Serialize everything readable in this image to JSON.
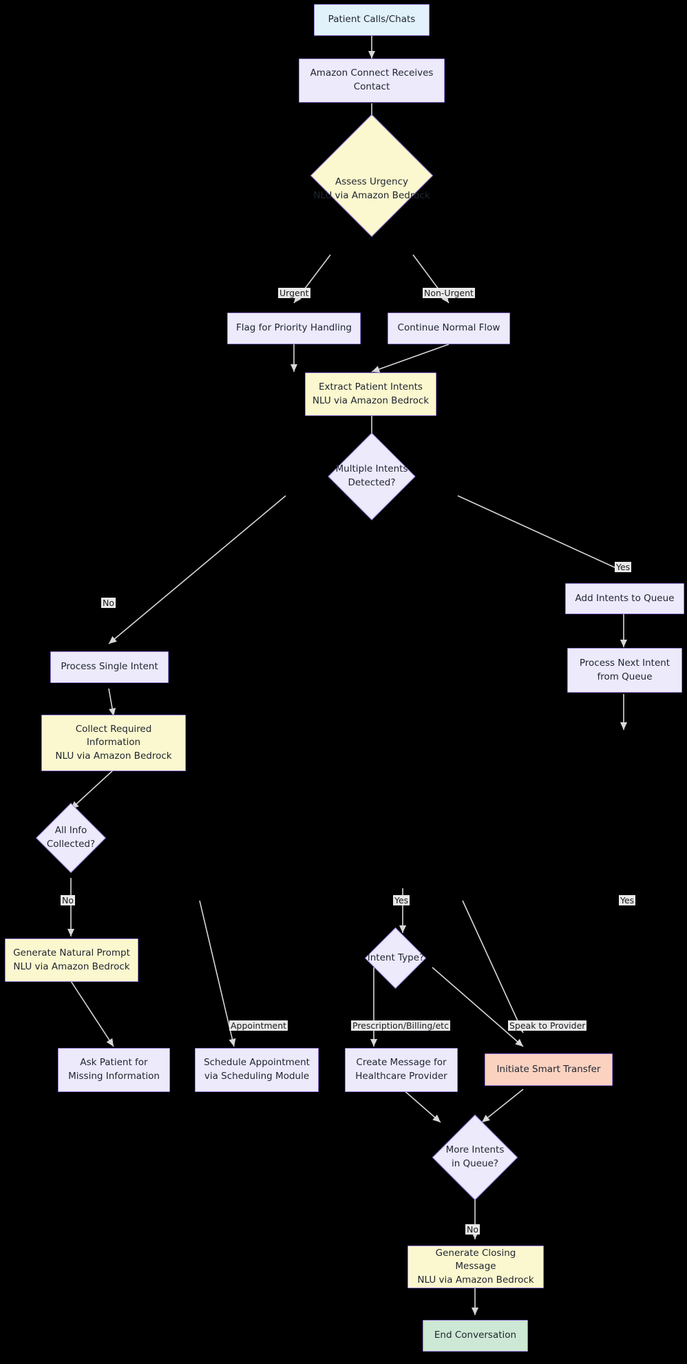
{
  "diagram": {
    "title": "Patient Contact Handling Flow",
    "background": "#000000",
    "palette": {
      "node_border": "#9b7ede",
      "lavender": "#eceafb",
      "light_blue": "#e1f2fb",
      "yellow": "#fbf8cf",
      "salmon": "#fbd2c0",
      "green": "#cde8d4",
      "edge_line": "#d8d8d8",
      "edge_label_bg": "#e9e9e9",
      "text": "#1f2430"
    }
  },
  "nodes": {
    "patient_calls": "Patient Calls/Chats",
    "amazon_connect": "Amazon Connect Receives\nContact",
    "assess_urgency": "Assess Urgency\nNLU via Amazon Bedrock",
    "flag_priority": "Flag for Priority Handling",
    "continue_normal": "Continue Normal Flow",
    "extract_intents": "Extract Patient Intents\nNLU via Amazon Bedrock",
    "multiple_intents": "Multiple Intents\nDetected?",
    "add_intents_queue": "Add Intents to Queue",
    "process_next_intent": "Process Next Intent\nfrom Queue",
    "process_single_intent": "Process Single Intent",
    "collect_required": "Collect Required\nInformation\nNLU via Amazon Bedrock",
    "all_info_collected": "All Info\nCollected?",
    "generate_prompt": "Generate Natural Prompt\nNLU via Amazon Bedrock",
    "ask_patient": "Ask Patient for\nMissing Information",
    "intent_type": "Intent Type?",
    "schedule_appointment": "Schedule Appointment\nvia Scheduling Module",
    "create_message": "Create Message for\nHealthcare Provider",
    "initiate_transfer": "Initiate Smart Transfer",
    "more_intents_queue": "More Intents\nin Queue?",
    "generate_closing": "Generate Closing Message\nNLU via Amazon Bedrock",
    "end_conversation": "End Conversation"
  },
  "edge_labels": {
    "urgent": "Urgent",
    "non_urgent": "Non-Urgent",
    "yes_multiple": "Yes",
    "no_multiple": "No",
    "no_all_info": "No",
    "yes_all_info": "Yes",
    "yes_right": "Yes",
    "appointment": "Appointment",
    "prescription": "Prescription/Billing/etc",
    "speak_provider": "Speak to Provider",
    "no_more_intents": "No"
  }
}
